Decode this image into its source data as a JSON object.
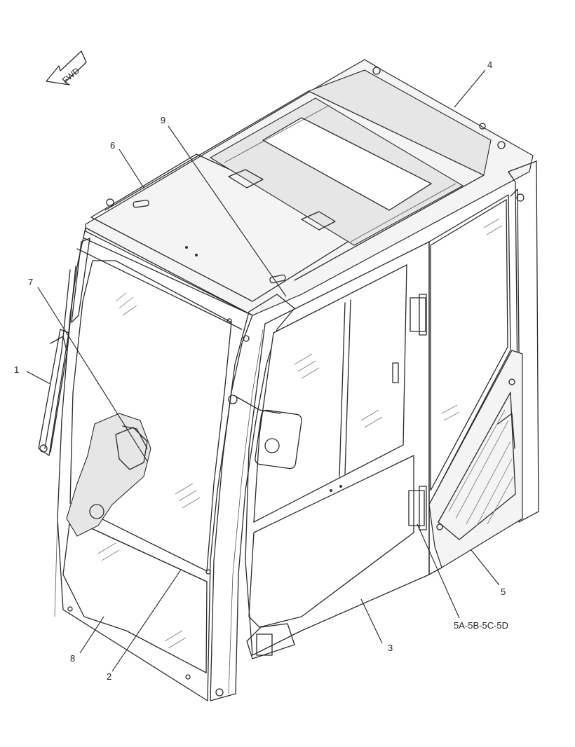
{
  "forward_indicator": {
    "label": "FWD"
  },
  "callouts": {
    "c1": "1",
    "c2": "2",
    "c3": "3",
    "c4": "4",
    "c5": "5",
    "c5x": "5A-5B-5C-5D",
    "c6": "6",
    "c7": "7",
    "c8": "8",
    "c9": "9"
  }
}
